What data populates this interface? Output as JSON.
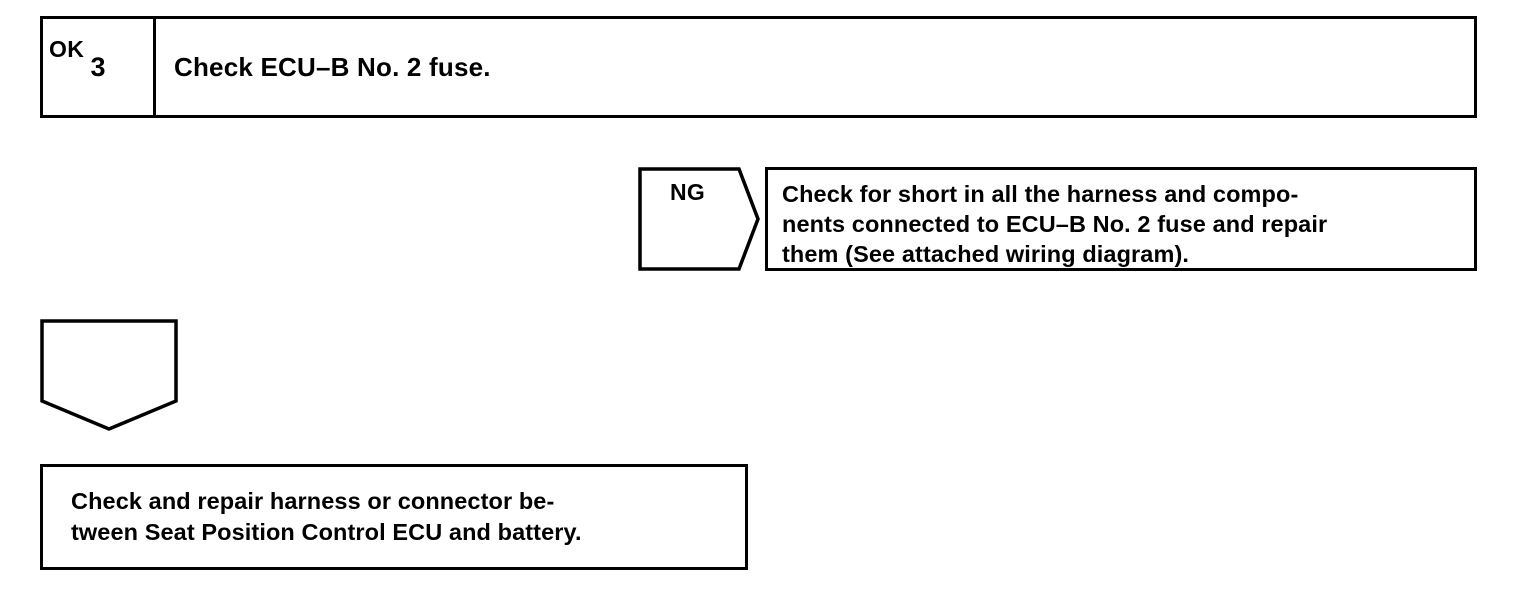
{
  "diagram": {
    "type": "troubleshooting-flowchart",
    "step": {
      "number": "3",
      "title": "Check ECU–B No. 2 fuse."
    },
    "branches": {
      "ng": {
        "label": "NG",
        "result_text": "Check for short in all the harness and compo-\nnents connected to ECU–B No. 2 fuse and repair\nthem (See attached wiring diagram)."
      },
      "ok": {
        "label": "OK",
        "result_text": "Check and repair harness or connector be-\ntween Seat Position Control ECU and battery."
      }
    },
    "colors": {
      "ink": "#000000",
      "paper": "#ffffff"
    }
  }
}
